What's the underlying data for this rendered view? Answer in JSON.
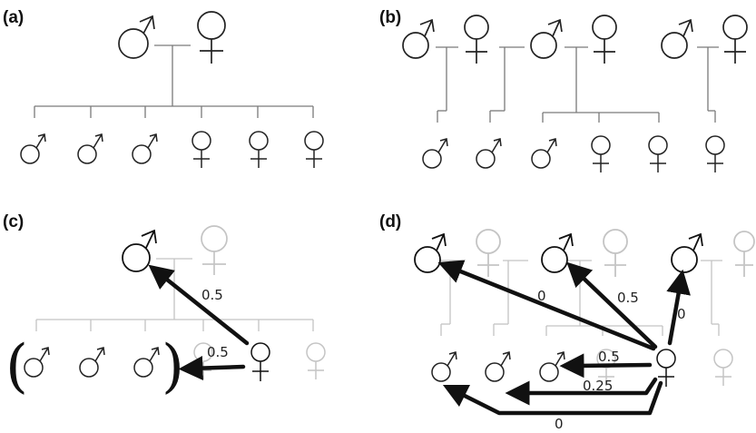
{
  "panels": {
    "a": {
      "label": "(a)"
    },
    "b": {
      "label": "(b)"
    },
    "c": {
      "label": "(c)",
      "edge_labels": [
        "0.5",
        "0.5"
      ]
    },
    "d": {
      "label": "(d)",
      "edge_labels": [
        "0",
        "0.5",
        "0",
        "0.5",
        "0.25",
        "0"
      ]
    }
  },
  "symbols": {
    "male": "male-symbol-icon",
    "female": "female-symbol-icon"
  },
  "colors": {
    "ink": "#222222",
    "faded": "#c4c4c4",
    "line": "#7a7a7a",
    "arrow": "#111111"
  }
}
